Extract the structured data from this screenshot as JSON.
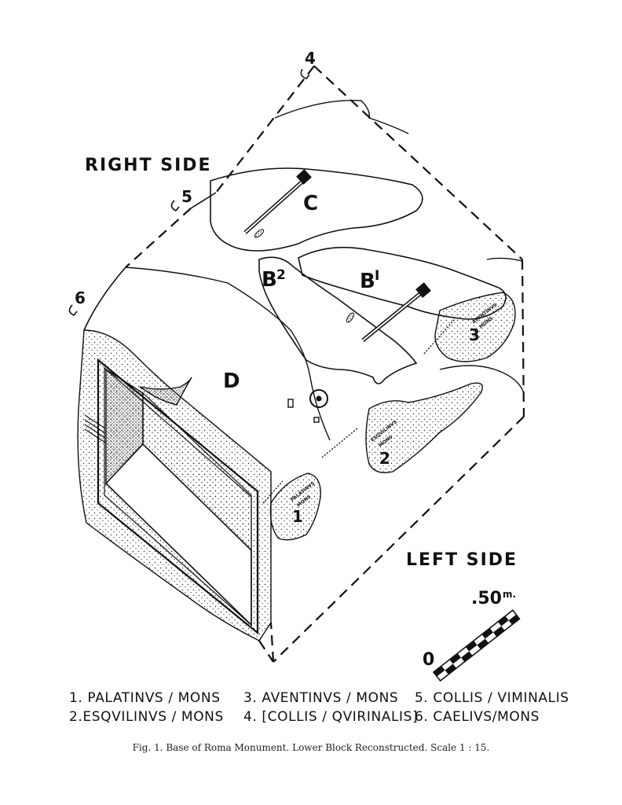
{
  "labels": {
    "right_side": "RIGHT SIDE",
    "left_side": "LEFT SIDE",
    "zone_c": "C",
    "zone_b1": "B",
    "zone_b1_sup": "I",
    "zone_b2": "B",
    "zone_b2_sup": "2",
    "zone_d": "D"
  },
  "markers": {
    "m1": "1",
    "m2": "2",
    "m3": "3",
    "m4": "4",
    "m5": "5",
    "m6": "6"
  },
  "small_texts": {
    "palatinus_a": "PALATINVS",
    "palatinus_b": "MONS",
    "esquilinus_a": "ESQVILINVS",
    "esquilinus_b": "MONS",
    "aventinus_a": "AVENTINVS",
    "aventinus_b": "MONS"
  },
  "scale": {
    "zero": "0",
    "max": ".50",
    "unit": "m."
  },
  "legend": [
    "1. PALATINVS / MONS",
    "3. AVENTINVS / MONS",
    "5. COLLIS / VIMINALIS",
    "2.ESQVILINVS / MONS",
    "4. [COLLIS / QVIRINALIS]",
    "6. CAELIVS/MONS"
  ],
  "caption": "Fig. 1. Base of Roma Monument. Lower Block Reconstructed. Scale 1 : 15."
}
